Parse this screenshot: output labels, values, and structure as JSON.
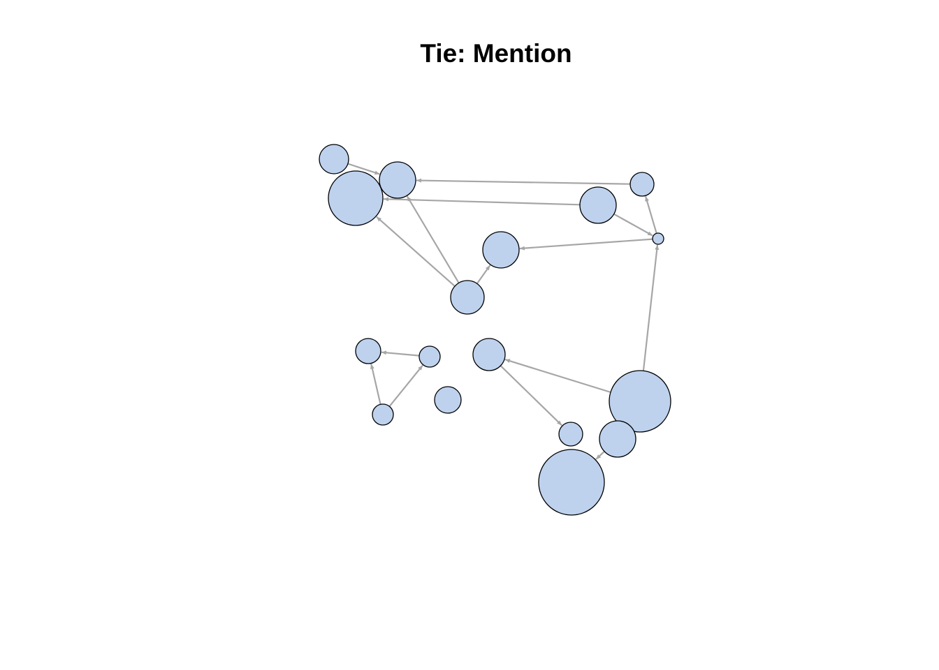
{
  "title": "Tie: Mention",
  "colors": {
    "node_fill": "#bed2ee",
    "node_stroke": "#000000",
    "edge": "#a6a6a6",
    "background": "#ffffff"
  },
  "graph": {
    "directed": true,
    "nodes": [
      {
        "id": "n1"
      },
      {
        "id": "n2"
      },
      {
        "id": "n3"
      },
      {
        "id": "n4"
      },
      {
        "id": "n5"
      },
      {
        "id": "n6"
      },
      {
        "id": "n7"
      },
      {
        "id": "n8"
      },
      {
        "id": "n9"
      },
      {
        "id": "n10"
      },
      {
        "id": "n11"
      },
      {
        "id": "n12"
      },
      {
        "id": "n13"
      },
      {
        "id": "n14"
      },
      {
        "id": "n15"
      },
      {
        "id": "n16"
      },
      {
        "id": "n17"
      },
      {
        "id": "n18"
      },
      {
        "id": "n19"
      }
    ],
    "edges": [
      {
        "from": "n1",
        "to": "n2"
      },
      {
        "from": "n4",
        "to": "n2"
      },
      {
        "from": "n5",
        "to": "n3"
      },
      {
        "from": "n8",
        "to": "n3"
      },
      {
        "from": "n8",
        "to": "n2"
      },
      {
        "from": "n8",
        "to": "n7"
      },
      {
        "from": "n5",
        "to": "n6"
      },
      {
        "from": "n6",
        "to": "n4"
      },
      {
        "from": "n6",
        "to": "n7"
      },
      {
        "from": "n16",
        "to": "n6"
      },
      {
        "from": "n16",
        "to": "n11"
      },
      {
        "from": "n11",
        "to": "n17"
      },
      {
        "from": "n19",
        "to": "n18"
      },
      {
        "from": "n10",
        "to": "n9"
      },
      {
        "from": "n14",
        "to": "n9"
      },
      {
        "from": "n14",
        "to": "n10"
      }
    ]
  }
}
